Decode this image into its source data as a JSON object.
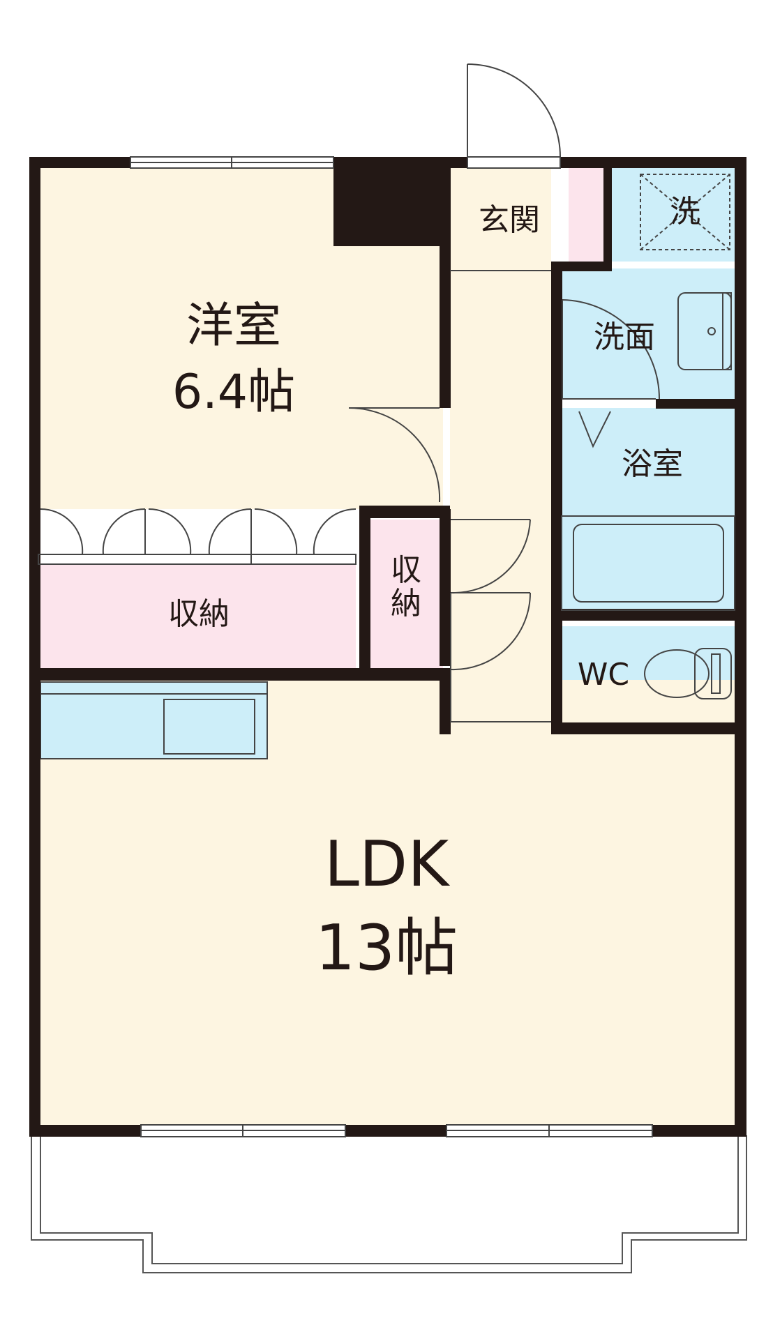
{
  "rooms": {
    "western": {
      "name": "洋室",
      "size": "6.4帖"
    },
    "storage_main": {
      "name": "収納"
    },
    "storage_small": {
      "line1": "収",
      "line2": "納"
    },
    "entrance": {
      "name": "玄関"
    },
    "washer": {
      "name": "洗"
    },
    "washroom": {
      "name": "洗面"
    },
    "bathroom": {
      "name": "浴室"
    },
    "toilet": {
      "name": "WC"
    },
    "ldk": {
      "name": "LDK",
      "size": "13帖"
    }
  },
  "colors": {
    "wall": "#231815",
    "room_floor": "#fdf5e1",
    "storage_floor": "#fce4ec",
    "water_floor": "#cdeef9",
    "line": "#444444"
  }
}
